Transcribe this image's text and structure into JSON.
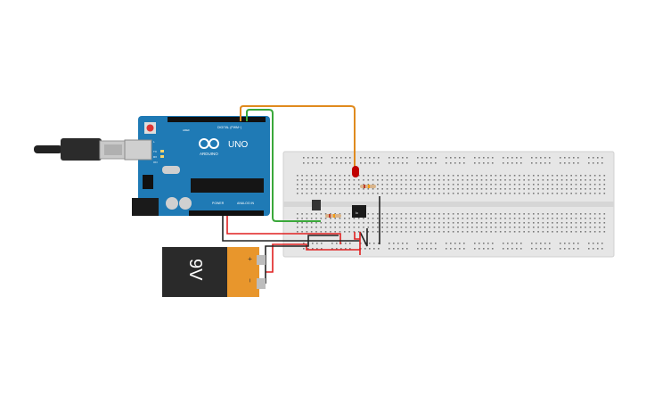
{
  "arduino": {
    "brand": "ARDUINO",
    "model": "UNO",
    "digital_label": "DIGITAL (PWM~)",
    "power_label": "POWER",
    "analog_label": "ANALOG IN",
    "tx_label": "TX",
    "rx_label": "RX",
    "on_label": "ON",
    "l_label": "L",
    "aref_label": "AREF"
  },
  "battery": {
    "label": "9V",
    "plus": "+",
    "minus": "−"
  },
  "components": {
    "ic_label": "Ic"
  },
  "colors": {
    "board": "#1f7ab5",
    "battery_body": "#2a2a2a",
    "battery_cap": "#e8962c",
    "wire_orange": "#e08a1e",
    "wire_green": "#3aa83a",
    "wire_red": "#e02020",
    "wire_black": "#222222",
    "led": "#c00000",
    "breadboard": "#e6e6e6"
  }
}
